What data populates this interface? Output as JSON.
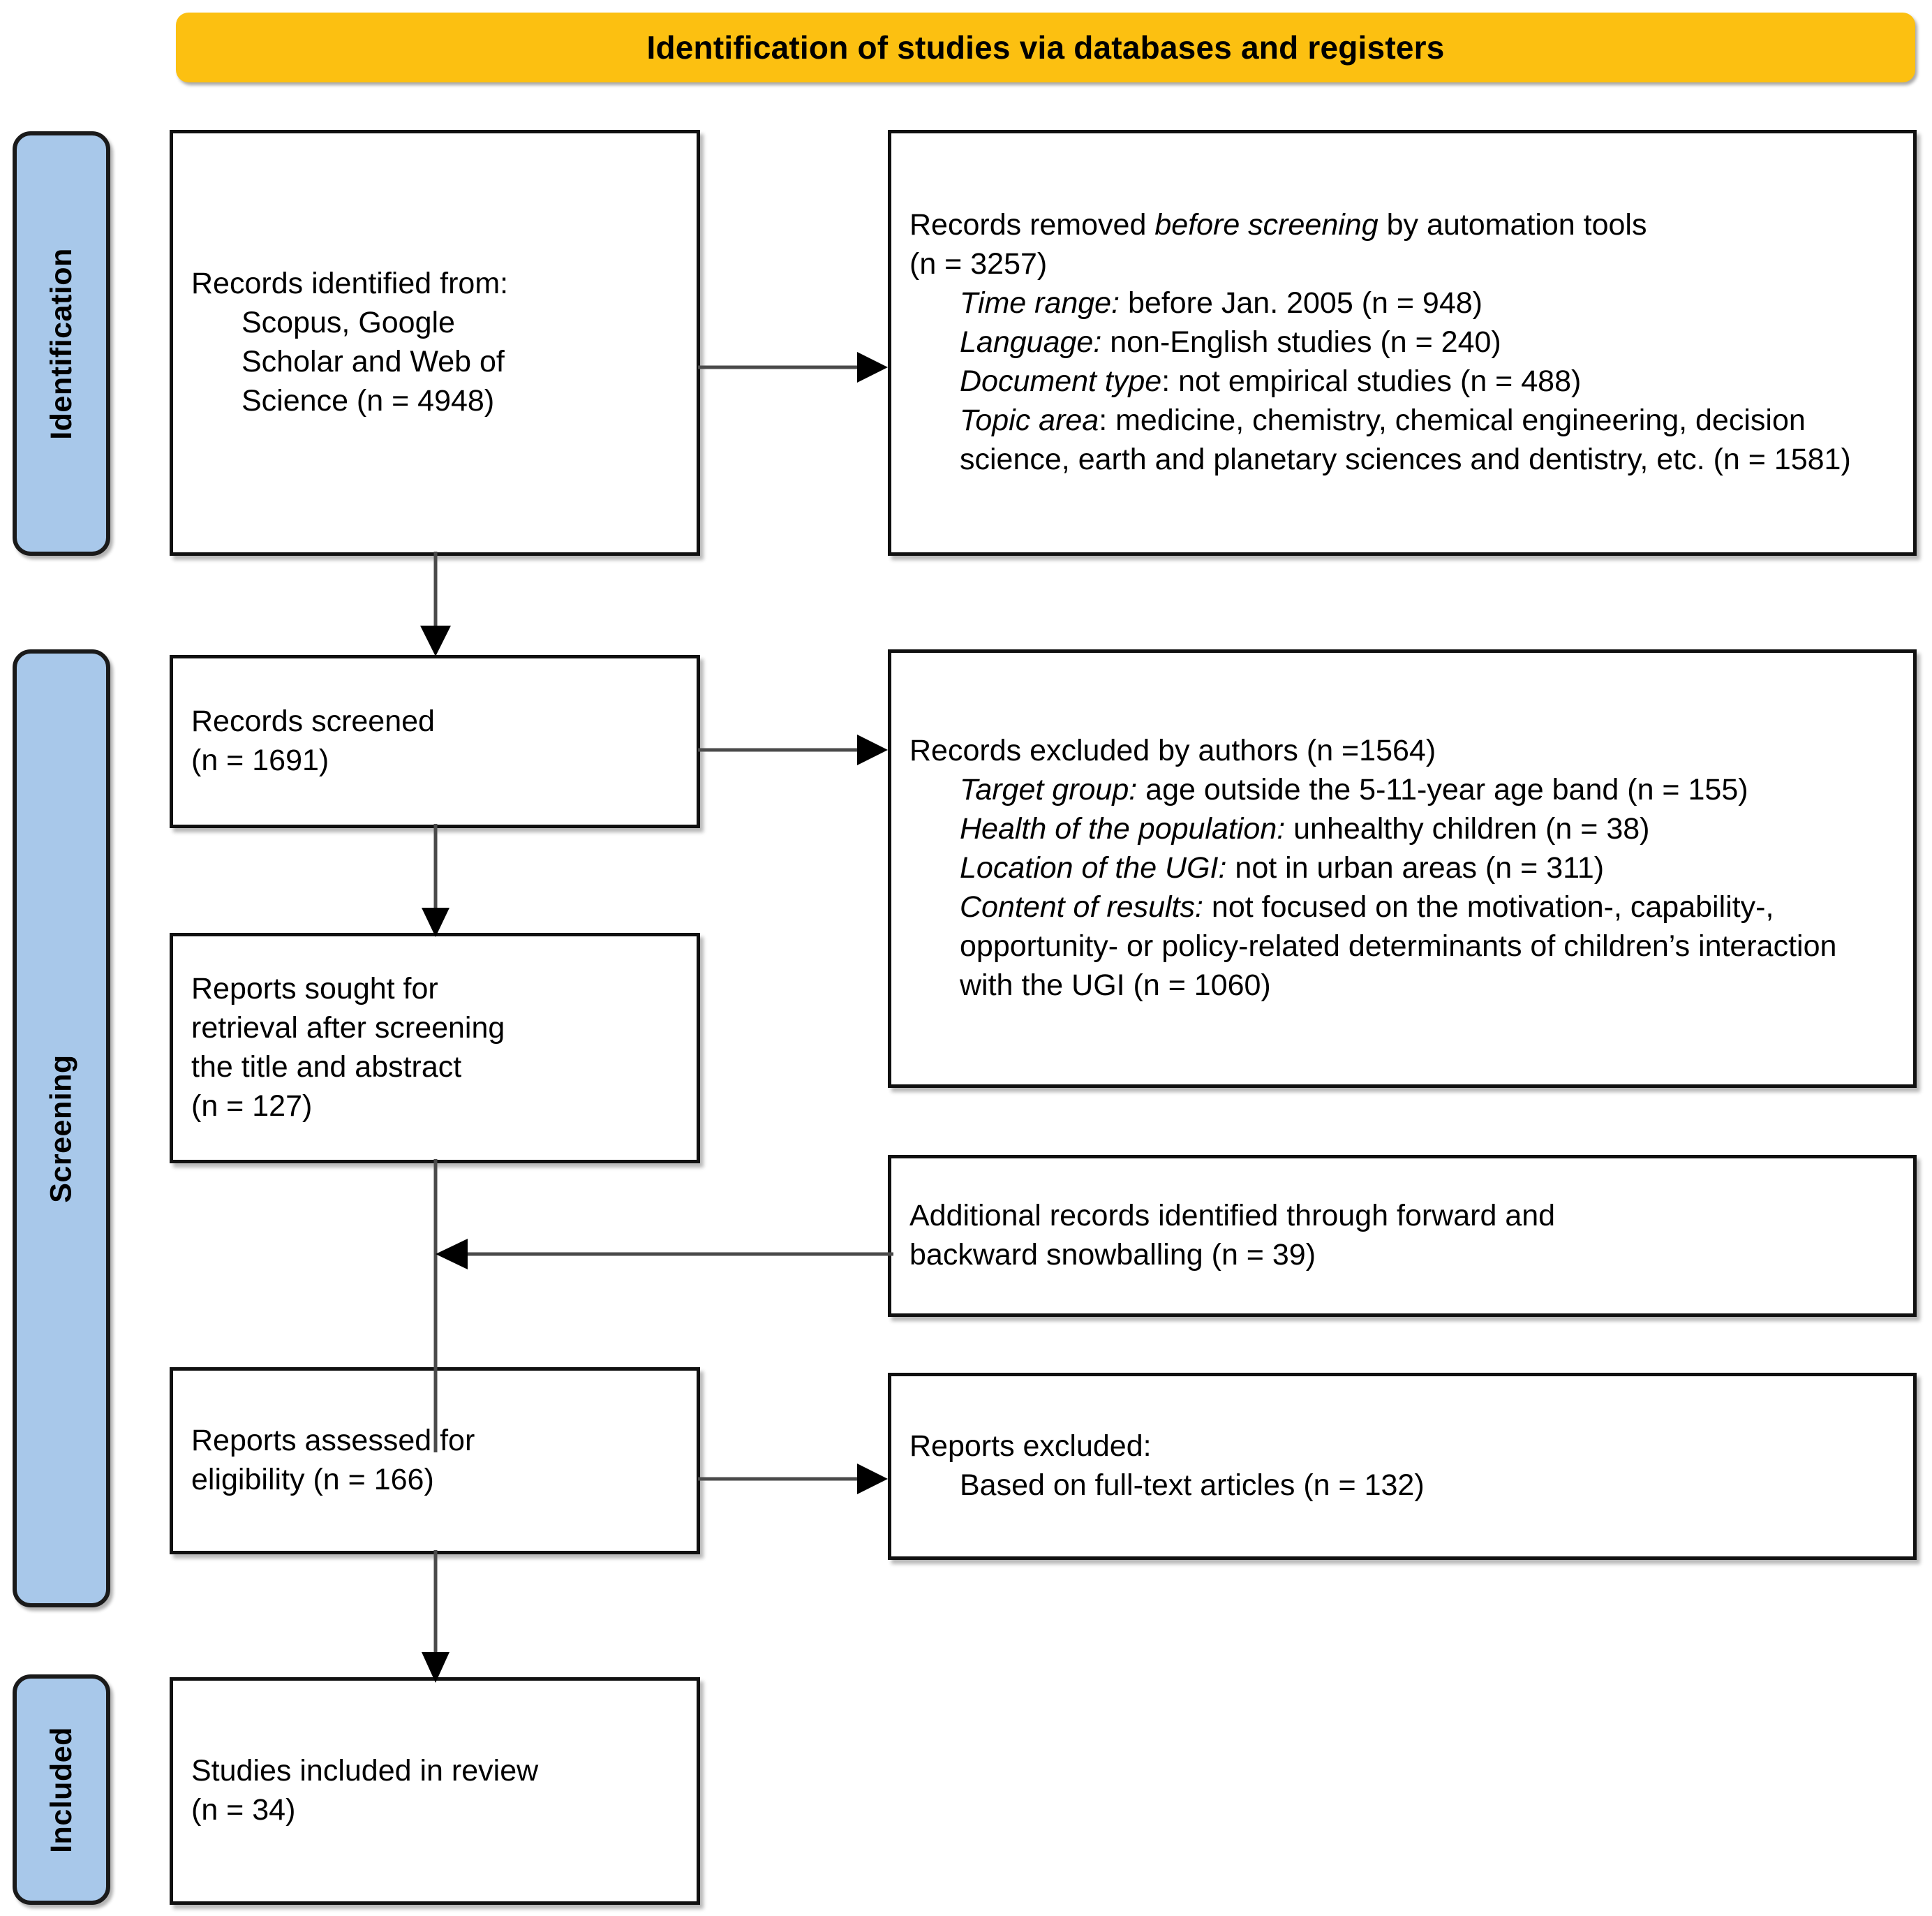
{
  "header": {
    "title": "Identification of studies via databases and registers",
    "background_color": "#FCC011"
  },
  "stages": {
    "identification": "Identification",
    "screening": "Screening",
    "included": "Included",
    "pill_color": "#A8C8EA"
  },
  "boxes": {
    "identified": {
      "line1": "Records identified from:",
      "line2": "Scopus, Google",
      "line3": "Scholar and Web of",
      "line4": "Science (n = 4948)"
    },
    "removed": {
      "line1_a": "Records removed ",
      "line1_em": "before screening",
      "line1_b": " by automation tools",
      "line2": "(n = 3257)",
      "item1_em": "Time range:",
      "item1_txt": " before Jan. 2005 (n = 948)",
      "item2_em": "Language:",
      "item2_txt": " non-English studies (n = 240)",
      "item3_em": "Document type",
      "item3_txt": ":  not empirical studies (n = 488)",
      "item4_em": "Topic area",
      "item4_txt": ": medicine, chemistry, chemical engineering, decision science, earth and planetary sciences and dentistry, etc. (n = 1581)"
    },
    "screened": {
      "line1": "Records screened",
      "line2": "(n = 1691)"
    },
    "excluded_authors": {
      "line1": "Records excluded by authors (n =1564)",
      "item1_em": "Target group:",
      "item1_txt": " age outside the 5-11-year age band (n = 155)",
      "item2_em": "Health of the population:",
      "item2_txt": " unhealthy children (n = 38)",
      "item3_em": "Location of the UGI:",
      "item3_txt": "  not in urban areas (n = 311)",
      "item4_em": "Content of results:",
      "item4_txt": " not focused on the motivation-, capability-, opportunity- or policy-related determinants of children’s interaction with the UGI (n = 1060)"
    },
    "sought": {
      "line1": "Reports sought for",
      "line2": "retrieval after screening",
      "line3": "the title and abstract",
      "line4": "(n = 127)"
    },
    "snowball": {
      "line1": "Additional records identified through forward and",
      "line2": "backward snowballing (n = 39)"
    },
    "assessed": {
      "line1": "Reports assessed for",
      "line2": "eligibility (n = 166)"
    },
    "excluded_reports": {
      "line1": "Reports excluded:",
      "line2": "Based on full-text articles (n = 132)"
    },
    "included": {
      "line1": "Studies included in review",
      "line2": "(n = 34)"
    }
  },
  "chart_data": {
    "type": "diagram",
    "title": "Identification of studies via databases and registers",
    "diagram_kind": "PRISMA flow diagram",
    "nodes": [
      {
        "id": "identified",
        "stage": "Identification",
        "label": "Records identified from: Scopus, Google Scholar and Web of Science",
        "n": 4948
      },
      {
        "id": "removed",
        "stage": "Identification",
        "label": "Records removed before screening by automation tools",
        "n": 3257,
        "breakdown": [
          {
            "criterion": "Time range",
            "detail": "before Jan. 2005",
            "n": 948
          },
          {
            "criterion": "Language",
            "detail": "non-English studies",
            "n": 240
          },
          {
            "criterion": "Document type",
            "detail": "not empirical studies",
            "n": 488
          },
          {
            "criterion": "Topic area",
            "detail": "medicine, chemistry, chemical engineering, decision science, earth and planetary sciences and dentistry, etc.",
            "n": 1581
          }
        ]
      },
      {
        "id": "screened",
        "stage": "Screening",
        "label": "Records screened",
        "n": 1691
      },
      {
        "id": "excluded_authors",
        "stage": "Screening",
        "label": "Records excluded by authors",
        "n": 1564,
        "breakdown": [
          {
            "criterion": "Target group",
            "detail": "age outside the 5-11-year age band",
            "n": 155
          },
          {
            "criterion": "Health of the population",
            "detail": "unhealthy children",
            "n": 38
          },
          {
            "criterion": "Location of the UGI",
            "detail": "not in urban areas",
            "n": 311
          },
          {
            "criterion": "Content of results",
            "detail": "not focused on the motivation-, capability-, opportunity- or policy-related determinants of children’s interaction with the UGI",
            "n": 1060
          }
        ]
      },
      {
        "id": "sought",
        "stage": "Screening",
        "label": "Reports sought for retrieval after screening the title and abstract",
        "n": 127
      },
      {
        "id": "snowball",
        "stage": "Screening",
        "label": "Additional records identified through forward and backward snowballing",
        "n": 39
      },
      {
        "id": "assessed",
        "stage": "Screening",
        "label": "Reports assessed for eligibility",
        "n": 166
      },
      {
        "id": "excluded_reports",
        "stage": "Screening",
        "label": "Reports excluded: Based on full-text articles",
        "n": 132
      },
      {
        "id": "included",
        "stage": "Included",
        "label": "Studies included in review",
        "n": 34
      }
    ],
    "edges": [
      {
        "from": "identified",
        "to": "removed",
        "direction": "right"
      },
      {
        "from": "identified",
        "to": "screened",
        "direction": "down"
      },
      {
        "from": "screened",
        "to": "excluded_authors",
        "direction": "right"
      },
      {
        "from": "screened",
        "to": "sought",
        "direction": "down"
      },
      {
        "from": "snowball",
        "to": "sought",
        "direction": "left"
      },
      {
        "from": "sought",
        "to": "assessed",
        "direction": "down"
      },
      {
        "from": "assessed",
        "to": "excluded_reports",
        "direction": "right"
      },
      {
        "from": "assessed",
        "to": "included",
        "direction": "down"
      }
    ]
  }
}
